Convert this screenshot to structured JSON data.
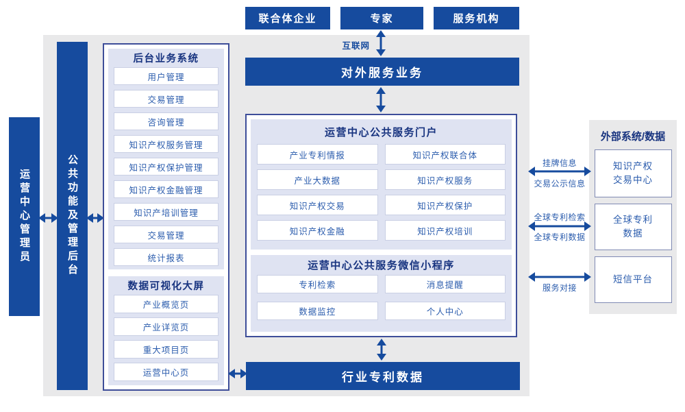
{
  "colors": {
    "navy": "#164b9e",
    "lavender": "#dfe3f2",
    "background_gray": "#e9e9ea",
    "item_text_blue": "#2b5cad",
    "header_text_blue": "#17337f"
  },
  "top_entities": {
    "items": [
      {
        "label": "联合体企业"
      },
      {
        "label": "专家"
      },
      {
        "label": "服务机构"
      }
    ]
  },
  "internet": {
    "label": "互联网"
  },
  "bars": {
    "external_service": "对外服务业务",
    "industry_patent_data": "行业专利数据"
  },
  "side_bars": {
    "admin": "运营中心管理员",
    "backend": "公共功能及管理后台"
  },
  "backend_system": {
    "title": "后台业务系统",
    "items": [
      "用户管理",
      "交易管理",
      "咨询管理",
      "知识产权服务管理",
      "知识产权保护管理",
      "知识产权金融管理",
      "知识产培训管理",
      "交易管理",
      "统计报表"
    ]
  },
  "dashboard": {
    "title": "数据可视化大屏",
    "items": [
      "产业概览页",
      "产业详览页",
      "重大项目页",
      "运营中心页"
    ]
  },
  "portal": {
    "title": "运营中心公共服务门户",
    "items": [
      "产业专利情报",
      "知识产权联合体",
      "产业大数据",
      "知识产权服务",
      "知识产权交易",
      "知识产权保护",
      "知识产权金融",
      "知识产权培训"
    ]
  },
  "miniprogram": {
    "title": "运营中心公共服务微信小程序",
    "items": [
      "专利检索",
      "消息提醒",
      "数据监控",
      "个人中心"
    ]
  },
  "external_panel": {
    "title": "外部系统/数据",
    "boxes": [
      "知识产权\n交易中心",
      "全球专利\n数据",
      "短信平台"
    ]
  },
  "link_labels": {
    "listing_top": "挂牌信息",
    "listing_bottom": "交易公示信息",
    "patent_top": "全球专利检索",
    "patent_bottom": "全球专利数据",
    "service_bottom": "服务对接"
  }
}
